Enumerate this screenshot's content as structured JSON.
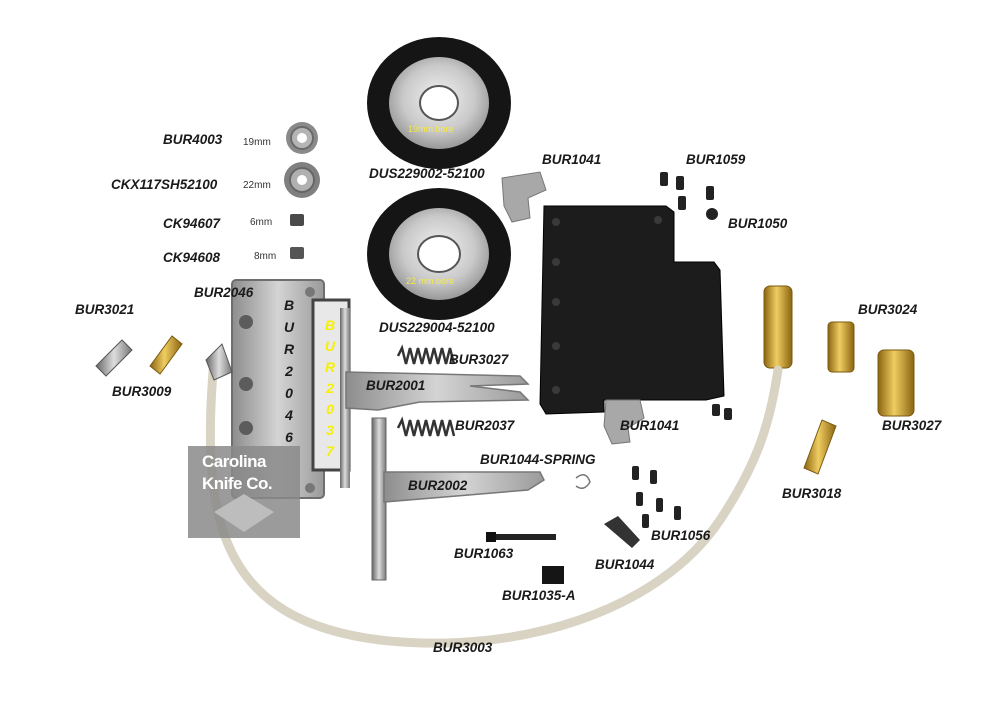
{
  "labels": {
    "bur4003": "BUR4003",
    "ckx117": "CKX117SH52100",
    "ck94607": "CK94607",
    "ck94608": "CK94608",
    "bur2046": "BUR2046",
    "bur3021": "BUR3021",
    "bur3009": "BUR3009",
    "dus229002": "DUS229002-52100",
    "dus229004": "DUS229004-52100",
    "bur1041_top": "BUR1041",
    "bur1059": "BUR1059",
    "bur1050": "BUR1050",
    "bur3024": "BUR3024",
    "bur3027_right": "BUR3027",
    "bur3027_mid": "BUR3027",
    "bur2001": "BUR2001",
    "bur2037": "BUR2037",
    "bur1041_mid": "BUR1041",
    "bur1044_spring": "BUR1044-SPRING",
    "bur2002": "BUR2002",
    "bur3018": "BUR3018",
    "bur1056": "BUR1056",
    "bur1063": "BUR1063",
    "bur1044": "BUR1044",
    "bur1035a": "BUR1035-A",
    "bur3003": "BUR3003"
  },
  "sizes": {
    "bur4003": "19mm",
    "ckx117": "22mm",
    "ck94607": "6mm",
    "ck94608": "8mm"
  },
  "bores": {
    "top": "19mm bore",
    "bottom": "22 mm bore"
  },
  "vertical_labels": {
    "bur2046": [
      "B",
      "U",
      "R",
      "2",
      "0",
      "4",
      "6"
    ],
    "bur2037": [
      "B",
      "U",
      "R",
      "2",
      "0",
      "3",
      "7"
    ]
  },
  "watermark": {
    "line1": "Carolina",
    "line2": "Knife Co."
  },
  "colors": {
    "label_text": "#1a1a1a",
    "highlight_yellow": "#f7f000",
    "black_plate": "#1c1c1c",
    "brass": "#c9a13a",
    "aluminum": "#b8b8b8"
  }
}
